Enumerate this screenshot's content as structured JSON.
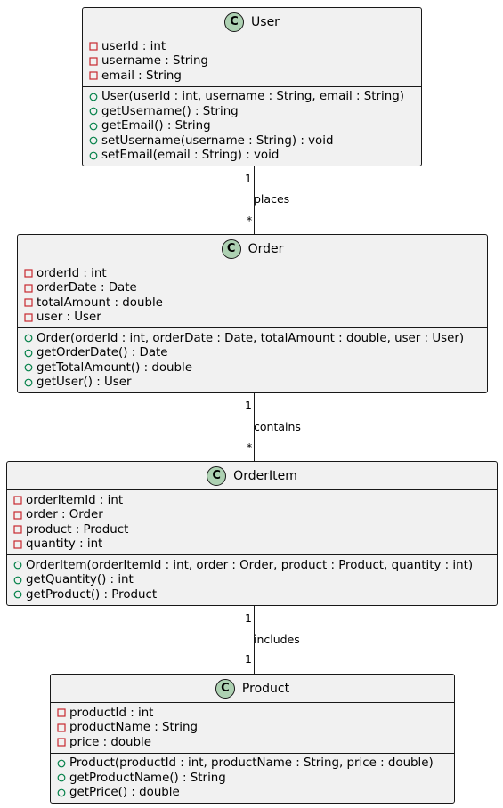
{
  "colors": {
    "class_fill": "#f1f1f1",
    "badge_fill": "#add1b2",
    "border": "#181818",
    "private_marker": "#c82930",
    "public_marker": "#038048"
  },
  "classes": [
    {
      "name": "User",
      "badge": "C",
      "attributes": [
        "userId : int",
        "username : String",
        "email : String"
      ],
      "methods": [
        "User(userId : int, username : String, email : String)",
        "getUsername() : String",
        "getEmail() : String",
        "setUsername(username : String) : void",
        "setEmail(email : String) : void"
      ]
    },
    {
      "name": "Order",
      "badge": "C",
      "attributes": [
        "orderId : int",
        "orderDate : Date",
        "totalAmount : double",
        "user : User"
      ],
      "methods": [
        "Order(orderId : int, orderDate : Date, totalAmount : double, user : User)",
        "getOrderDate() : Date",
        "getTotalAmount() : double",
        "getUser() : User"
      ]
    },
    {
      "name": "OrderItem",
      "badge": "C",
      "attributes": [
        "orderItemId : int",
        "order : Order",
        "product : Product",
        "quantity : int"
      ],
      "methods": [
        "OrderItem(orderItemId : int, order : Order, product : Product, quantity : int)",
        "getQuantity() : int",
        "getProduct() : Product"
      ]
    },
    {
      "name": "Product",
      "badge": "C",
      "attributes": [
        "productId : int",
        "productName : String",
        "price : double"
      ],
      "methods": [
        "Product(productId : int, productName : String, price : double)",
        "getProductName() : String",
        "getPrice() : double"
      ]
    }
  ],
  "relations": [
    {
      "from": "User",
      "to": "Order",
      "label": "places",
      "from_mult": "1",
      "to_mult": "*"
    },
    {
      "from": "Order",
      "to": "OrderItem",
      "label": "contains",
      "from_mult": "1",
      "to_mult": "*"
    },
    {
      "from": "OrderItem",
      "to": "Product",
      "label": "includes",
      "from_mult": "1",
      "to_mult": "1"
    }
  ]
}
